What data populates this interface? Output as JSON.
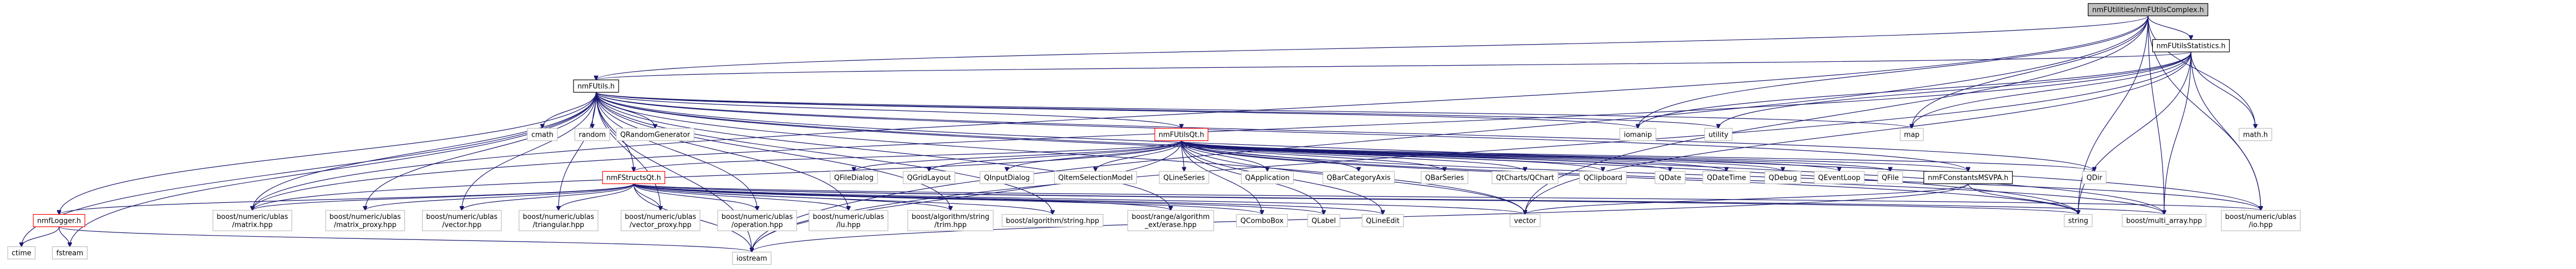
{
  "diagram": {
    "colors": {
      "root_fill": "#bfbfbf",
      "node_fill": "#ffffff",
      "node_border": "#bfbfbf",
      "linked_border": "#000000",
      "missing_border": "#ff0000",
      "edge": "#191970"
    },
    "nodes": [
      {
        "id": "complex_h",
        "lines": [
          "nmFUtilities/nmFUtilsComplex.h"
        ],
        "style": "root"
      },
      {
        "id": "stats_h",
        "lines": [
          "nmFUtilsStatistics.h"
        ],
        "style": "linked"
      },
      {
        "id": "utils_h",
        "lines": [
          "nmFUtils.h"
        ],
        "style": "linked"
      },
      {
        "id": "utilsqt_h",
        "lines": [
          "nmFUtilsQt.h"
        ],
        "style": "missing"
      },
      {
        "id": "structsqt_h",
        "lines": [
          "nmFStructsQt.h"
        ],
        "style": "missing"
      },
      {
        "id": "constants_h",
        "lines": [
          "nmFConstantsMSVPA.h"
        ],
        "style": "linked"
      },
      {
        "id": "logger_h",
        "lines": [
          "nmfLogger.h"
        ],
        "style": "missing"
      },
      {
        "id": "cmath",
        "lines": [
          "cmath"
        ],
        "style": "plain"
      },
      {
        "id": "random",
        "lines": [
          "random"
        ],
        "style": "plain"
      },
      {
        "id": "qrandomgen",
        "lines": [
          "QRandomGenerator"
        ],
        "style": "plain"
      },
      {
        "id": "omanip",
        "lines": [
          "iomanip"
        ],
        "style": "plain"
      },
      {
        "id": "utility",
        "lines": [
          "utility"
        ],
        "style": "plain"
      },
      {
        "id": "map",
        "lines": [
          "map"
        ],
        "style": "plain"
      },
      {
        "id": "math_h",
        "lines": [
          "math.h"
        ],
        "style": "plain"
      },
      {
        "id": "qfiledialog",
        "lines": [
          "QFileDialog"
        ],
        "style": "plain"
      },
      {
        "id": "qgridlayout",
        "lines": [
          "QGridLayout"
        ],
        "style": "plain"
      },
      {
        "id": "qinputdialog",
        "lines": [
          "QInputDialog"
        ],
        "style": "plain"
      },
      {
        "id": "qitemselection",
        "lines": [
          "QItemSelectionModel"
        ],
        "style": "plain"
      },
      {
        "id": "qlineseries",
        "lines": [
          "QLineSeries"
        ],
        "style": "plain"
      },
      {
        "id": "qapplication",
        "lines": [
          "QApplication"
        ],
        "style": "plain"
      },
      {
        "id": "qbarcategoryaxis",
        "lines": [
          "QBarCategoryAxis"
        ],
        "style": "plain"
      },
      {
        "id": "qbarseries",
        "lines": [
          "QBarSeries"
        ],
        "style": "plain"
      },
      {
        "id": "qchart",
        "lines": [
          "QtCharts/QChart"
        ],
        "style": "plain"
      },
      {
        "id": "qclipboard",
        "lines": [
          "QClipboard"
        ],
        "style": "plain"
      },
      {
        "id": "qdate",
        "lines": [
          "QDate"
        ],
        "style": "plain"
      },
      {
        "id": "qdatetime",
        "lines": [
          "QDateTime"
        ],
        "style": "plain"
      },
      {
        "id": "qdebug",
        "lines": [
          "QDebug"
        ],
        "style": "plain"
      },
      {
        "id": "qeventloop",
        "lines": [
          "QEventLoop"
        ],
        "style": "plain"
      },
      {
        "id": "qfile",
        "lines": [
          "QFile"
        ],
        "style": "plain"
      },
      {
        "id": "qdir",
        "lines": [
          "QDir"
        ],
        "style": "plain"
      },
      {
        "id": "matrix_hpp",
        "lines": [
          "boost/numeric/ublas",
          "/matrix.hpp"
        ],
        "style": "plain"
      },
      {
        "id": "matrix_proxy_hpp",
        "lines": [
          "boost/numeric/ublas",
          "/matrix_proxy.hpp"
        ],
        "style": "plain"
      },
      {
        "id": "vector_hpp",
        "lines": [
          "boost/numeric/ublas",
          "/vector.hpp"
        ],
        "style": "plain"
      },
      {
        "id": "triangular_hpp",
        "lines": [
          "boost/numeric/ublas",
          "/triangular.hpp"
        ],
        "style": "plain"
      },
      {
        "id": "vector_proxy_hpp",
        "lines": [
          "boost/numeric/ublas",
          "/vector_proxy.hpp"
        ],
        "style": "plain"
      },
      {
        "id": "operation_hpp",
        "lines": [
          "boost/numeric/ublas",
          "/operation.hpp"
        ],
        "style": "plain"
      },
      {
        "id": "lu_hpp",
        "lines": [
          "boost/numeric/ublas",
          "/lu.hpp"
        ],
        "style": "plain"
      },
      {
        "id": "trim_hpp",
        "lines": [
          "boost/algorithm/string",
          "/trim.hpp"
        ],
        "style": "plain"
      },
      {
        "id": "algstring_hpp",
        "lines": [
          "boost/algorithm/string.hpp"
        ],
        "style": "plain"
      },
      {
        "id": "erase_hpp",
        "lines": [
          "boost/range/algorithm",
          "_ext/erase.hpp"
        ],
        "style": "plain"
      },
      {
        "id": "qcombobox",
        "lines": [
          "QComboBox"
        ],
        "style": "plain"
      },
      {
        "id": "qlabel",
        "lines": [
          "QLabel"
        ],
        "style": "plain"
      },
      {
        "id": "qlineedit",
        "lines": [
          "QLineEdit"
        ],
        "style": "plain"
      },
      {
        "id": "vector",
        "lines": [
          "vector"
        ],
        "style": "plain"
      },
      {
        "id": "string",
        "lines": [
          "string"
        ],
        "style": "plain"
      },
      {
        "id": "multi_array",
        "lines": [
          "boost/multi_array.hpp"
        ],
        "style": "plain"
      },
      {
        "id": "io_hpp",
        "lines": [
          "boost/numeric/ublas",
          "/io.hpp"
        ],
        "style": "plain"
      },
      {
        "id": "ctime",
        "lines": [
          "ctime"
        ],
        "style": "plain"
      },
      {
        "id": "fstream",
        "lines": [
          "fstream"
        ],
        "style": "plain"
      },
      {
        "id": "iostream",
        "lines": [
          "iostream"
        ],
        "style": "plain"
      }
    ],
    "edges": [
      [
        "complex_h",
        "stats_h"
      ],
      [
        "complex_h",
        "utils_h"
      ],
      [
        "complex_h",
        "math_h"
      ],
      [
        "complex_h",
        "map"
      ],
      [
        "complex_h",
        "string"
      ],
      [
        "complex_h",
        "vector"
      ],
      [
        "complex_h",
        "multi_array"
      ],
      [
        "complex_h",
        "io_hpp"
      ],
      [
        "complex_h",
        "iostream"
      ],
      [
        "complex_h",
        "matrix_hpp"
      ],
      [
        "complex_h",
        "omanip"
      ],
      [
        "stats_h",
        "utils_h"
      ],
      [
        "stats_h",
        "math_h"
      ],
      [
        "stats_h",
        "map"
      ],
      [
        "stats_h",
        "omanip"
      ],
      [
        "stats_h",
        "utility"
      ],
      [
        "stats_h",
        "string"
      ],
      [
        "stats_h",
        "vector"
      ],
      [
        "stats_h",
        "multi_array"
      ],
      [
        "stats_h",
        "io_hpp"
      ],
      [
        "stats_h",
        "iostream"
      ],
      [
        "stats_h",
        "matrix_hpp"
      ],
      [
        "utils_h",
        "cmath"
      ],
      [
        "utils_h",
        "random"
      ],
      [
        "utils_h",
        "qrandomgen"
      ],
      [
        "utils_h",
        "omanip"
      ],
      [
        "utils_h",
        "utility"
      ],
      [
        "utils_h",
        "map"
      ],
      [
        "utils_h",
        "utilsqt_h"
      ],
      [
        "utils_h",
        "structsqt_h"
      ],
      [
        "utils_h",
        "logger_h"
      ],
      [
        "utils_h",
        "constants_h"
      ],
      [
        "utils_h",
        "qdir"
      ],
      [
        "utils_h",
        "ctime"
      ],
      [
        "utils_h",
        "fstream"
      ],
      [
        "utils_h",
        "matrix_hpp"
      ],
      [
        "utils_h",
        "matrix_proxy_hpp"
      ],
      [
        "utils_h",
        "vector_hpp"
      ],
      [
        "utils_h",
        "triangular_hpp"
      ],
      [
        "utils_h",
        "vector_proxy_hpp"
      ],
      [
        "utils_h",
        "operation_hpp"
      ],
      [
        "utils_h",
        "lu_hpp"
      ],
      [
        "utils_h",
        "trim_hpp"
      ],
      [
        "utils_h",
        "algstring_hpp"
      ],
      [
        "utils_h",
        "erase_hpp"
      ],
      [
        "utils_h",
        "string"
      ],
      [
        "utils_h",
        "vector"
      ],
      [
        "utils_h",
        "multi_array"
      ],
      [
        "utils_h",
        "io_hpp"
      ],
      [
        "utils_h",
        "iostream"
      ],
      [
        "utilsqt_h",
        "qfiledialog"
      ],
      [
        "utilsqt_h",
        "qgridlayout"
      ],
      [
        "utilsqt_h",
        "qinputdialog"
      ],
      [
        "utilsqt_h",
        "qitemselection"
      ],
      [
        "utilsqt_h",
        "qlineseries"
      ],
      [
        "utilsqt_h",
        "qapplication"
      ],
      [
        "utilsqt_h",
        "qbarcategoryaxis"
      ],
      [
        "utilsqt_h",
        "qbarseries"
      ],
      [
        "utilsqt_h",
        "qchart"
      ],
      [
        "utilsqt_h",
        "qclipboard"
      ],
      [
        "utilsqt_h",
        "qdate"
      ],
      [
        "utilsqt_h",
        "qdatetime"
      ],
      [
        "utilsqt_h",
        "qdebug"
      ],
      [
        "utilsqt_h",
        "qeventloop"
      ],
      [
        "utilsqt_h",
        "qfile"
      ],
      [
        "utilsqt_h",
        "constants_h"
      ],
      [
        "utilsqt_h",
        "qdir"
      ],
      [
        "utilsqt_h",
        "structsqt_h"
      ],
      [
        "utilsqt_h",
        "qcombobox"
      ],
      [
        "utilsqt_h",
        "qlabel"
      ],
      [
        "utilsqt_h",
        "qlineedit"
      ],
      [
        "utilsqt_h",
        "string"
      ],
      [
        "utilsqt_h",
        "vector"
      ],
      [
        "utilsqt_h",
        "multi_array"
      ],
      [
        "utilsqt_h",
        "io_hpp"
      ],
      [
        "utilsqt_h",
        "iostream"
      ],
      [
        "utilsqt_h",
        "matrix_hpp"
      ],
      [
        "structsqt_h",
        "logger_h"
      ],
      [
        "structsqt_h",
        "matrix_hpp"
      ],
      [
        "structsqt_h",
        "matrix_proxy_hpp"
      ],
      [
        "structsqt_h",
        "vector_hpp"
      ],
      [
        "structsqt_h",
        "triangular_hpp"
      ],
      [
        "structsqt_h",
        "vector_proxy_hpp"
      ],
      [
        "structsqt_h",
        "operation_hpp"
      ],
      [
        "structsqt_h",
        "lu_hpp"
      ],
      [
        "structsqt_h",
        "trim_hpp"
      ],
      [
        "structsqt_h",
        "algstring_hpp"
      ],
      [
        "structsqt_h",
        "erase_hpp"
      ],
      [
        "structsqt_h",
        "qcombobox"
      ],
      [
        "structsqt_h",
        "qlabel"
      ],
      [
        "structsqt_h",
        "qlineedit"
      ],
      [
        "structsqt_h",
        "vector"
      ],
      [
        "structsqt_h",
        "string"
      ],
      [
        "structsqt_h",
        "multi_array"
      ],
      [
        "structsqt_h",
        "io_hpp"
      ],
      [
        "structsqt_h",
        "iostream"
      ],
      [
        "constants_h",
        "iostream"
      ],
      [
        "constants_h",
        "string"
      ],
      [
        "constants_h",
        "vector"
      ],
      [
        "logger_h",
        "ctime"
      ],
      [
        "logger_h",
        "fstream"
      ],
      [
        "logger_h",
        "iostream"
      ]
    ]
  }
}
